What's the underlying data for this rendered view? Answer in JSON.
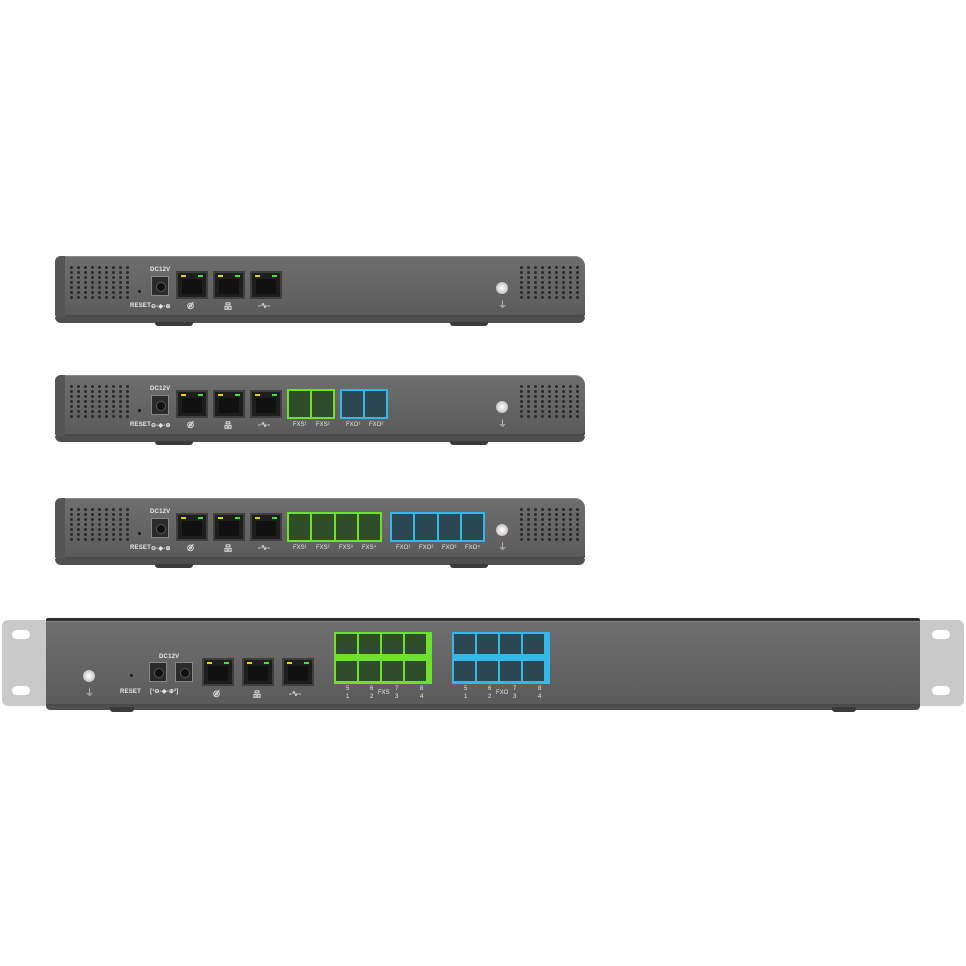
{
  "scene": "Four VoIP gateway/IP-PBX appliances shown rear-panel view, stacked vertically",
  "colors": {
    "background": "#ffffff",
    "chassis": "#636363",
    "fxs_ports": "#6ee02e",
    "fxo_ports": "#33b8e8",
    "rack_ears": "#c9c9c9",
    "led_yellow": "#e6d300",
    "led_green": "#3fe33f"
  },
  "devices": [
    {
      "name": "Base model",
      "power_label": "DC12V",
      "reset_label": "RESET",
      "polarity_label": "⊖-◆-⊕",
      "ethernet_ports": 3,
      "port_icons": [
        "wan-icon",
        "lan-icon",
        "heartbeat-icon"
      ],
      "fxs_labels": [],
      "fxo_labels": [],
      "ground_symbol": "⏚"
    },
    {
      "name": "2 FXS + 2 FXO model",
      "power_label": "DC12V",
      "reset_label": "RESET",
      "polarity_label": "⊖-◆-⊕",
      "ethernet_ports": 3,
      "port_icons": [
        "wan-icon",
        "lan-icon",
        "heartbeat-icon"
      ],
      "fxs_labels": [
        "FXS¹",
        "FXS²"
      ],
      "fxo_labels": [
        "FXO¹",
        "FXO²"
      ],
      "ground_symbol": "⏚"
    },
    {
      "name": "4 FXS + 4 FXO model",
      "power_label": "DC12V",
      "reset_label": "RESET",
      "polarity_label": "⊖-◆-⊕",
      "ethernet_ports": 3,
      "port_icons": [
        "wan-icon",
        "lan-icon",
        "heartbeat-icon"
      ],
      "fxs_labels": [
        "FXS¹",
        "FXS²",
        "FXS³",
        "FXS⁴"
      ],
      "fxo_labels": [
        "FXO¹",
        "FXO²",
        "FXO³",
        "FXO⁴"
      ],
      "ground_symbol": "⏚"
    },
    {
      "name": "Rack-mount 8 FXS + 8 FXO model",
      "power_label": "DC12V",
      "reset_label": "RESET",
      "dual_power_label": "[¹⊖-◆-⊕²]",
      "ethernet_ports": 3,
      "port_icons": [
        "wan-icon",
        "lan-icon",
        "heartbeat-icon"
      ],
      "fxs_group_label": "FXS",
      "fxo_group_label": "FXO",
      "port_numbers_top": [
        "5",
        "6",
        "7",
        "8"
      ],
      "port_numbers_bottom": [
        "1",
        "2",
        "3",
        "4"
      ],
      "ground_symbol": "⏚"
    }
  ],
  "icons": {
    "wan": "◎̸",
    "lan": "品",
    "heartbeat": "-∿-"
  }
}
